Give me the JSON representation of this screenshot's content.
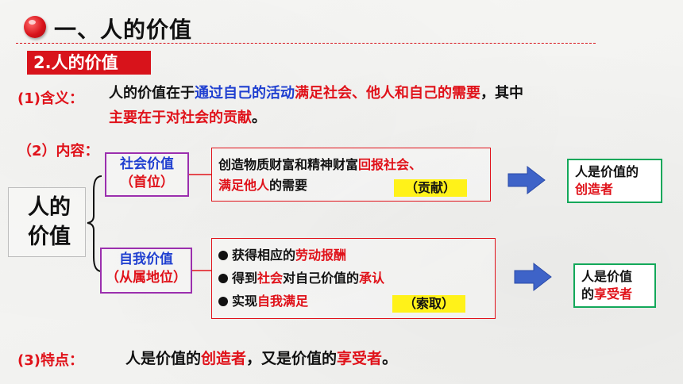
{
  "title": "一、人的价值",
  "section_label": "2.人的价值",
  "meaning": {
    "label": "(1)含义：",
    "p1": "人的价值在于",
    "p2": "通过自己的活动",
    "p3": "满足社会、他人和自己的需要",
    "p4": "，其中",
    "p5": "主要在于对社会的贡献",
    "p6": "。"
  },
  "content": {
    "label": "（2）内容：",
    "root": [
      "人的",
      "价值"
    ],
    "social": {
      "name": "社会价值",
      "rank": "（首位）",
      "d1": "创造物质财富和精神财富",
      "d2": "回报社会、",
      "d3": "满足他人",
      "d4": "的需要",
      "tag": "（贡献）",
      "result_1": "人是价值的",
      "result_2": "创造者"
    },
    "self": {
      "name": "自我价值",
      "rank": "（从属地位）",
      "b1a": "获得相应的",
      "b1b": "劳动报酬",
      "b2a": "得到",
      "b2b": "社会",
      "b2c": "对自己价值的",
      "b2d": "承认",
      "b3a": "实现",
      "b3b": "自我满足",
      "tag": "（索取）",
      "result_1": "人是价值",
      "result_2a": "的",
      "result_2b": "享受者"
    }
  },
  "feature": {
    "label": "(3)特点：",
    "t1": "人是价值的",
    "t2": "创造者",
    "t3": "，又是价值的",
    "t4": "享受者",
    "t5": "。"
  },
  "colors": {
    "accent": "#d8131b",
    "highlight_blue": "#1f3fd0",
    "green": "#13a85a",
    "purple": "#9b2fae",
    "arrow": "#3e63c8"
  }
}
